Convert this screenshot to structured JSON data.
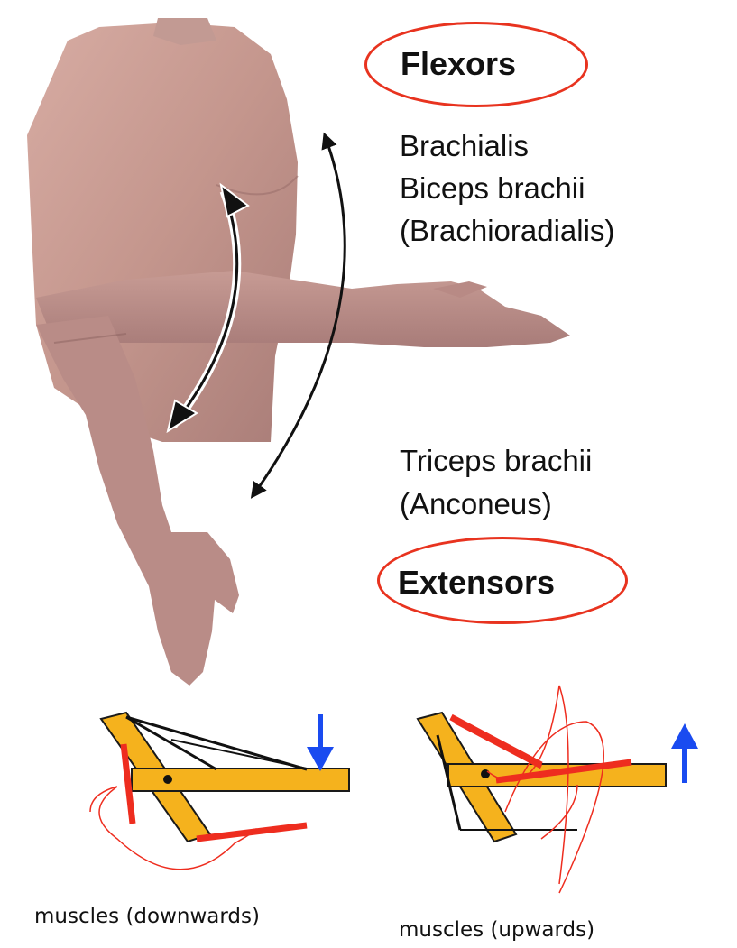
{
  "flexors": {
    "heading": "Flexors",
    "muscles": [
      "Brachialis",
      "Biceps brachii",
      "(Brachioradialis)"
    ]
  },
  "extensors": {
    "heading": "Extensors",
    "muscles": [
      "Triceps brachii",
      "(Anconeus)"
    ]
  },
  "diagrams": [
    {
      "caption": "muscles (downwards)",
      "force_direction": "down"
    },
    {
      "caption": "muscles (upwards)",
      "force_direction": "up"
    }
  ],
  "colors": {
    "ellipse": "#e8331f",
    "bone": "#f5b21d",
    "muscle_red": "#ee2d1f",
    "force_blue": "#1a4bf0",
    "skin": "#c99a93"
  }
}
